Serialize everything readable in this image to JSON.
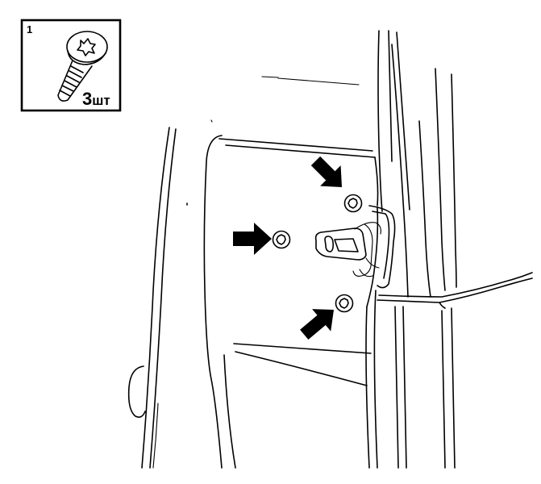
{
  "callout": {
    "number": "1",
    "quantity": "3",
    "unit": "шт",
    "icon": "torx-screw-icon"
  },
  "arrows": [
    {
      "icon": "arrow-icon",
      "points_to": "upper-screw"
    },
    {
      "icon": "arrow-icon",
      "points_to": "middle-screw"
    },
    {
      "icon": "arrow-icon",
      "points_to": "lower-screw"
    }
  ],
  "screw_count": 3,
  "colors": {
    "line": "#000000",
    "background": "#ffffff"
  }
}
